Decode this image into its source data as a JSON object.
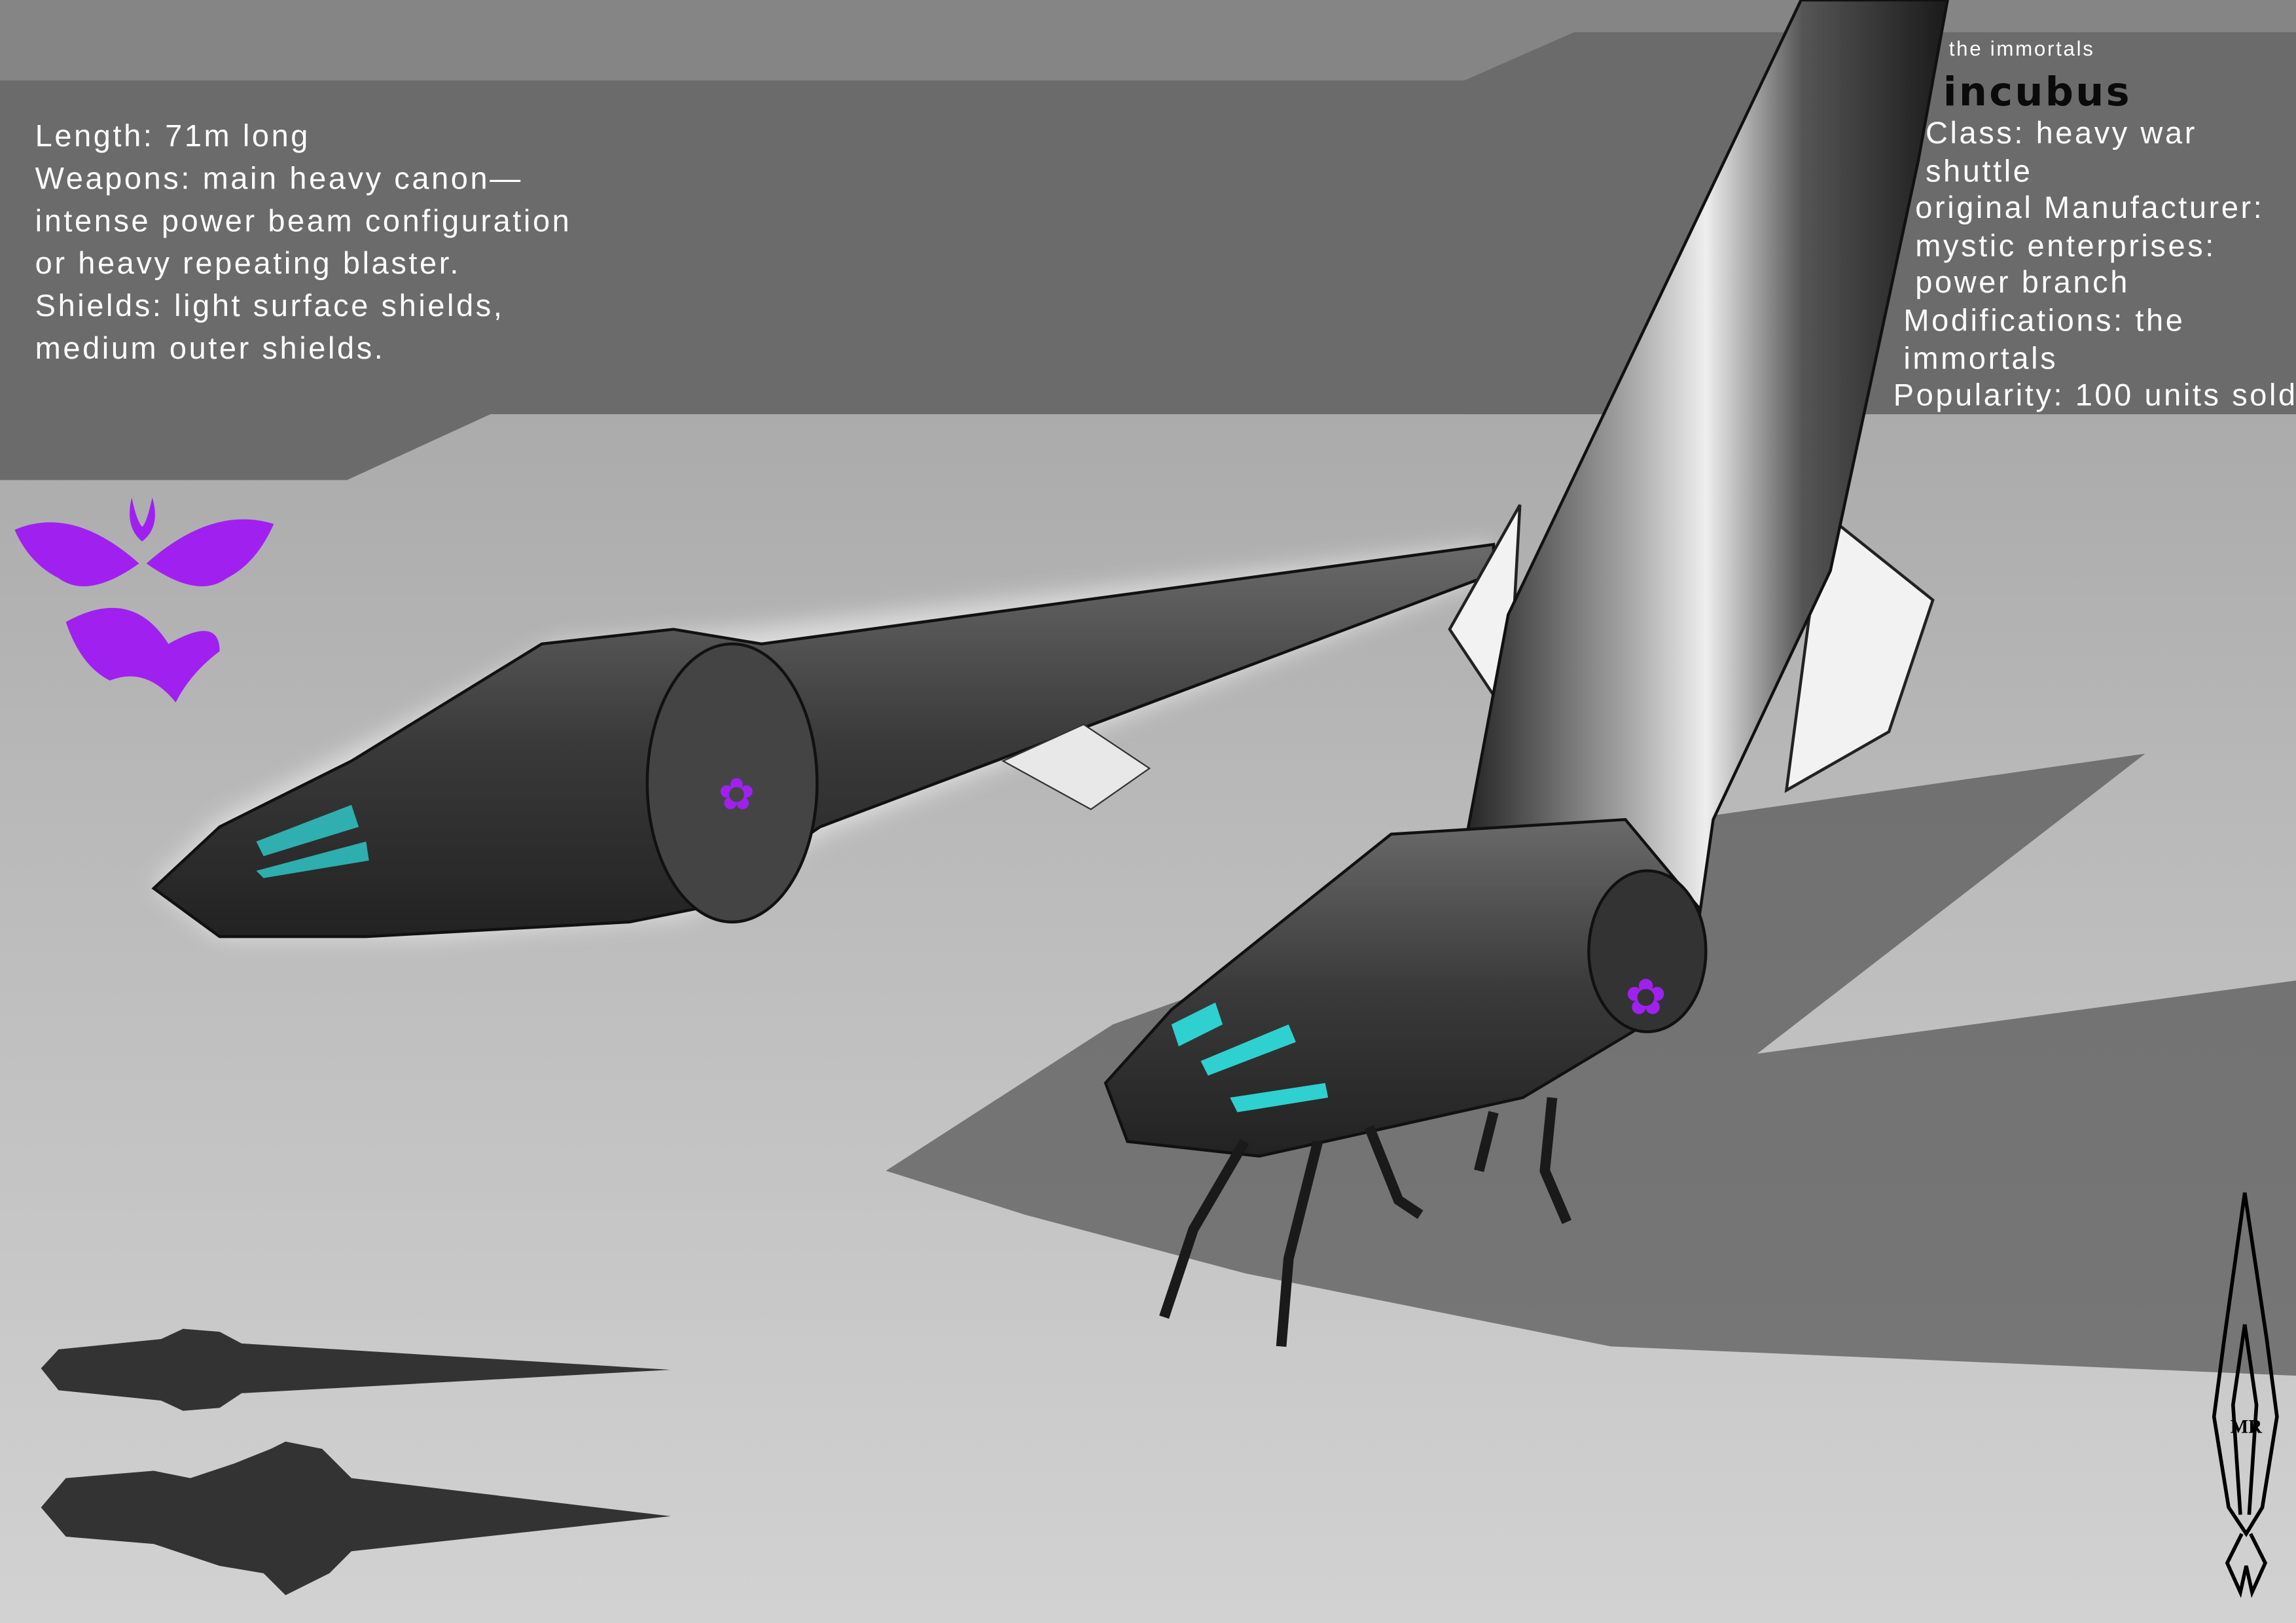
{
  "left_specs": {
    "lines": [
      "Length: 71m long",
      "Weapons: main heavy canon—",
      "intense power beam configuration",
      "or heavy repeating blaster.",
      "Shields: light surface shields,",
      "medium outer shields."
    ]
  },
  "right_specs": {
    "faction": "the immortals",
    "name": "incubus",
    "lines": [
      "Class: heavy war",
      "shuttle",
      "original Manufacturer:",
      "mystic enterprises:",
      "power branch",
      "Modifications: the",
      "immortals",
      "Popularity: 100 units sold"
    ]
  },
  "signature": "MR",
  "colors": {
    "emblem": "#a020f0",
    "glow": "#2fd0d0",
    "panel": "#6b6b6b",
    "top_band": "#858585",
    "hull": "#3a3a3a",
    "silhouette": "#333333"
  }
}
